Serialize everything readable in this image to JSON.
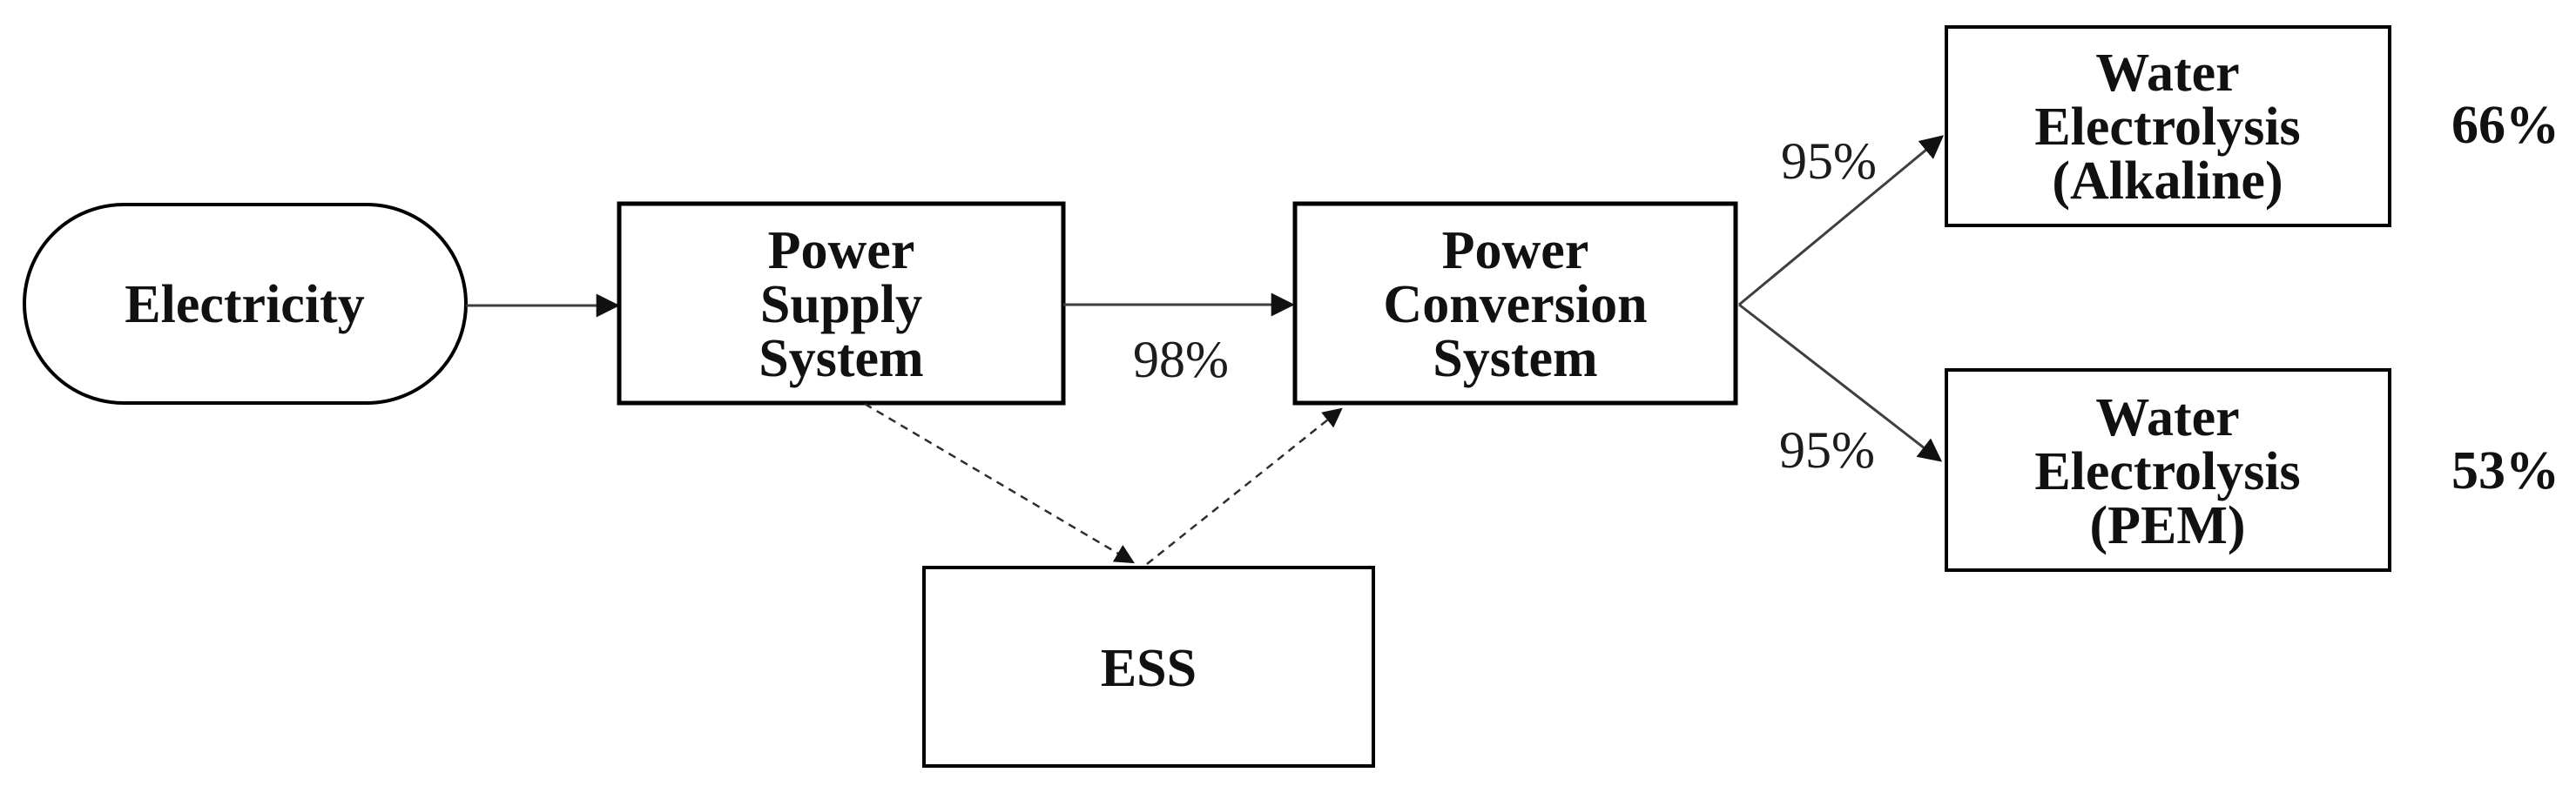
{
  "diagram": {
    "nodes": {
      "electricity": {
        "label": "Electricity",
        "shape": "stadium"
      },
      "power_supply": {
        "label": "Power Supply System",
        "lines": [
          "Power",
          "Supply",
          "System"
        ]
      },
      "power_conversion": {
        "label": "Power Conversion System",
        "lines": [
          "Power",
          "Conversion",
          "System"
        ]
      },
      "water_electrolysis_alkaline": {
        "label": "Water Electrolysis (Alkaline)",
        "lines": [
          "Water",
          "Electrolysis",
          "(Alkaline)"
        ]
      },
      "water_electrolysis_pem": {
        "label": "Water Electrolysis (PEM)",
        "lines": [
          "Water",
          "Electrolysis",
          "(PEM)"
        ]
      },
      "ess": {
        "label": "ESS"
      }
    },
    "edge_labels": {
      "supply_to_conversion": "98%",
      "conversion_to_alkaline": "95%",
      "conversion_to_pem": "95%"
    },
    "efficiency_labels": {
      "alkaline": "66%",
      "pem": "53%"
    },
    "colors": {
      "background": "#ffffff",
      "border": "#000000",
      "text": "#111111",
      "line": "#3f3f3f"
    }
  }
}
